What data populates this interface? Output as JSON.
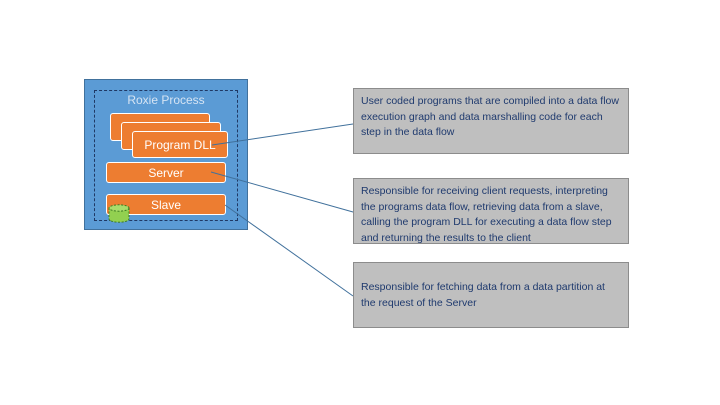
{
  "process": {
    "title": "Roxie Process"
  },
  "components": {
    "program_dll": "Program DLL",
    "server": "Server",
    "slave": "Slave"
  },
  "descriptions": {
    "program_dll": "User coded programs that are compiled into a data flow execution graph and data marshalling code for each step in the data flow",
    "server": "Responsible for receiving client requests, interpreting the programs data flow, retrieving data from a slave, calling the program DLL for executing a data flow step and returning the results to the client",
    "slave": "Responsible for fetching data from a data partition at the request of the Server"
  },
  "colors": {
    "process_fill": "#5b9bd5",
    "component_fill": "#ed7d31",
    "partition_fill": "#92d050",
    "description_fill": "#bfbfbf",
    "description_text": "#1f3a6e",
    "connector": "#41719c"
  },
  "icons": {
    "partition": "database-cylinder-icon"
  }
}
